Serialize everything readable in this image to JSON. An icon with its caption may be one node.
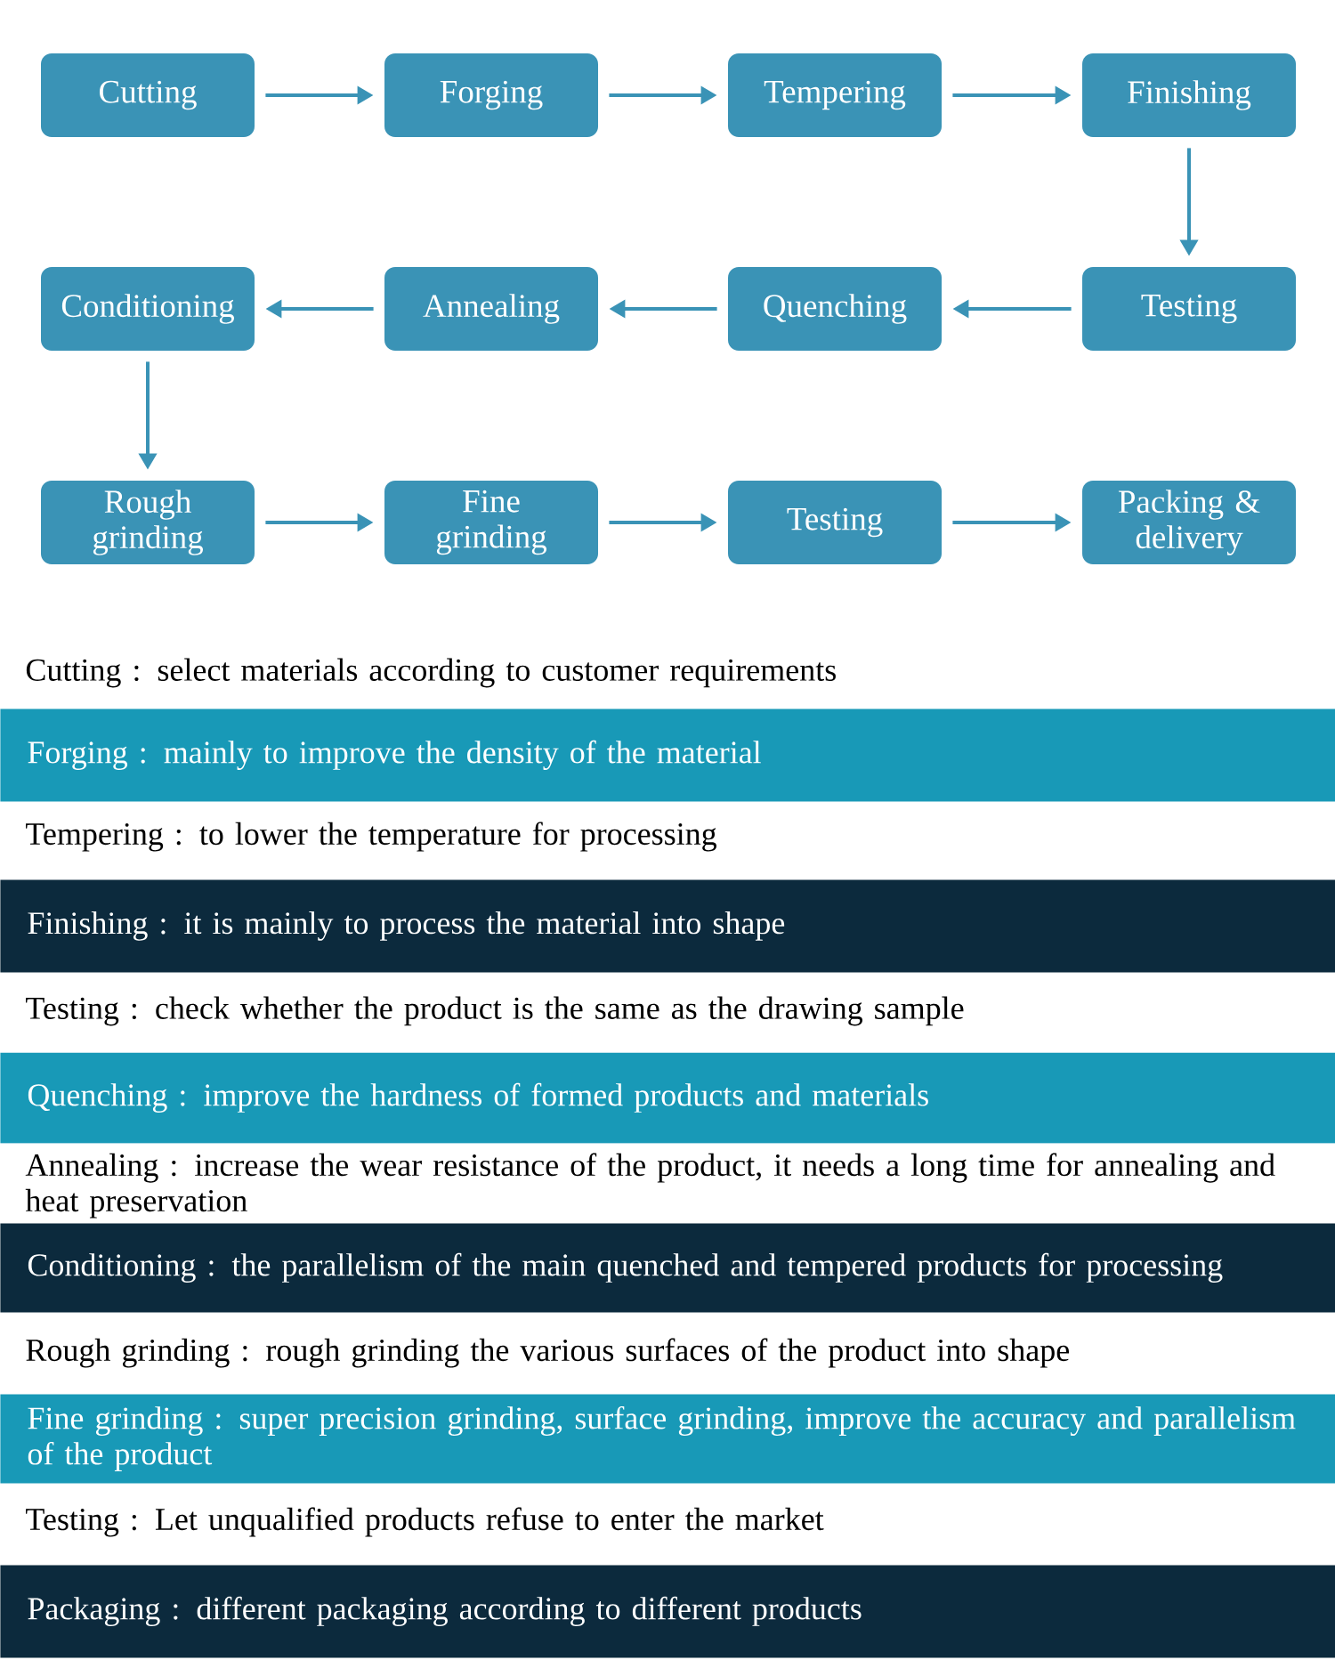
{
  "diagram": {
    "nodes": [
      {
        "text": [
          "Cutting"
        ]
      },
      {
        "text": [
          "Forging"
        ]
      },
      {
        "text": [
          "Tempering"
        ]
      },
      {
        "text": [
          "Finishing"
        ]
      },
      {
        "text": [
          "Testing"
        ]
      },
      {
        "text": [
          "Quenching"
        ]
      },
      {
        "text": [
          "Annealing"
        ]
      },
      {
        "text": [
          "Conditioning"
        ]
      },
      {
        "text": [
          "Rough grinding"
        ]
      },
      {
        "text": [
          "Fine grinding"
        ]
      },
      {
        "text": [
          "Testing"
        ]
      },
      {
        "text": [
          "Packing & delivery"
        ]
      },
      {
        "text": [
          "Forging : mainly to improve the density of the material"
        ]
      },
      {
        "text": [
          "Finishing : it is mainly to process the material into shape"
        ]
      },
      {
        "text": [
          "Quenching : improve the hardness of formed products and materials"
        ]
      },
      {
        "text": [
          "Conditioning : the parallelism of the main quenched and tempered products for processing"
        ]
      },
      {
        "text": [
          "Fine grinding : super precision grinding, surface grinding, improve the accuracy and parallelism of the product"
        ]
      },
      {
        "text": [
          "Packaging : different packaging according to different products"
        ]
      }
    ],
    "edges": [
      {
        "from": 0,
        "to": 1,
        "arrow": "to"
      },
      {
        "from": 1,
        "to": 2,
        "arrow": "to"
      },
      {
        "from": 2,
        "to": 3,
        "arrow": "to"
      },
      {
        "from": 3,
        "to": 4,
        "arrow": "to"
      },
      {
        "from": 4,
        "to": 5,
        "arrow": "to"
      },
      {
        "from": 5,
        "to": 6,
        "arrow": "to"
      },
      {
        "from": 6,
        "to": 7,
        "arrow": "to"
      },
      {
        "from": 7,
        "to": 8,
        "arrow": "to"
      },
      {
        "from": 8,
        "to": 9,
        "arrow": "to"
      },
      {
        "from": 9,
        "to": 10,
        "arrow": "to"
      },
      {
        "from": 10,
        "to": 11,
        "arrow": "to"
      }
    ],
    "labels": [
      "Cutting : select materials according to customer requirements",
      "Tempering : to lower the temperature for processing",
      "Testing : check whether the product is the same as the drawing sample",
      "Annealing : increase the wear resistance of the product, it needs a long time for annealing and heat preservation",
      "Rough grinding : rough grinding the various surfaces of the product into shape",
      "Testing : Let unqualified products refuse to enter the market"
    ]
  }
}
